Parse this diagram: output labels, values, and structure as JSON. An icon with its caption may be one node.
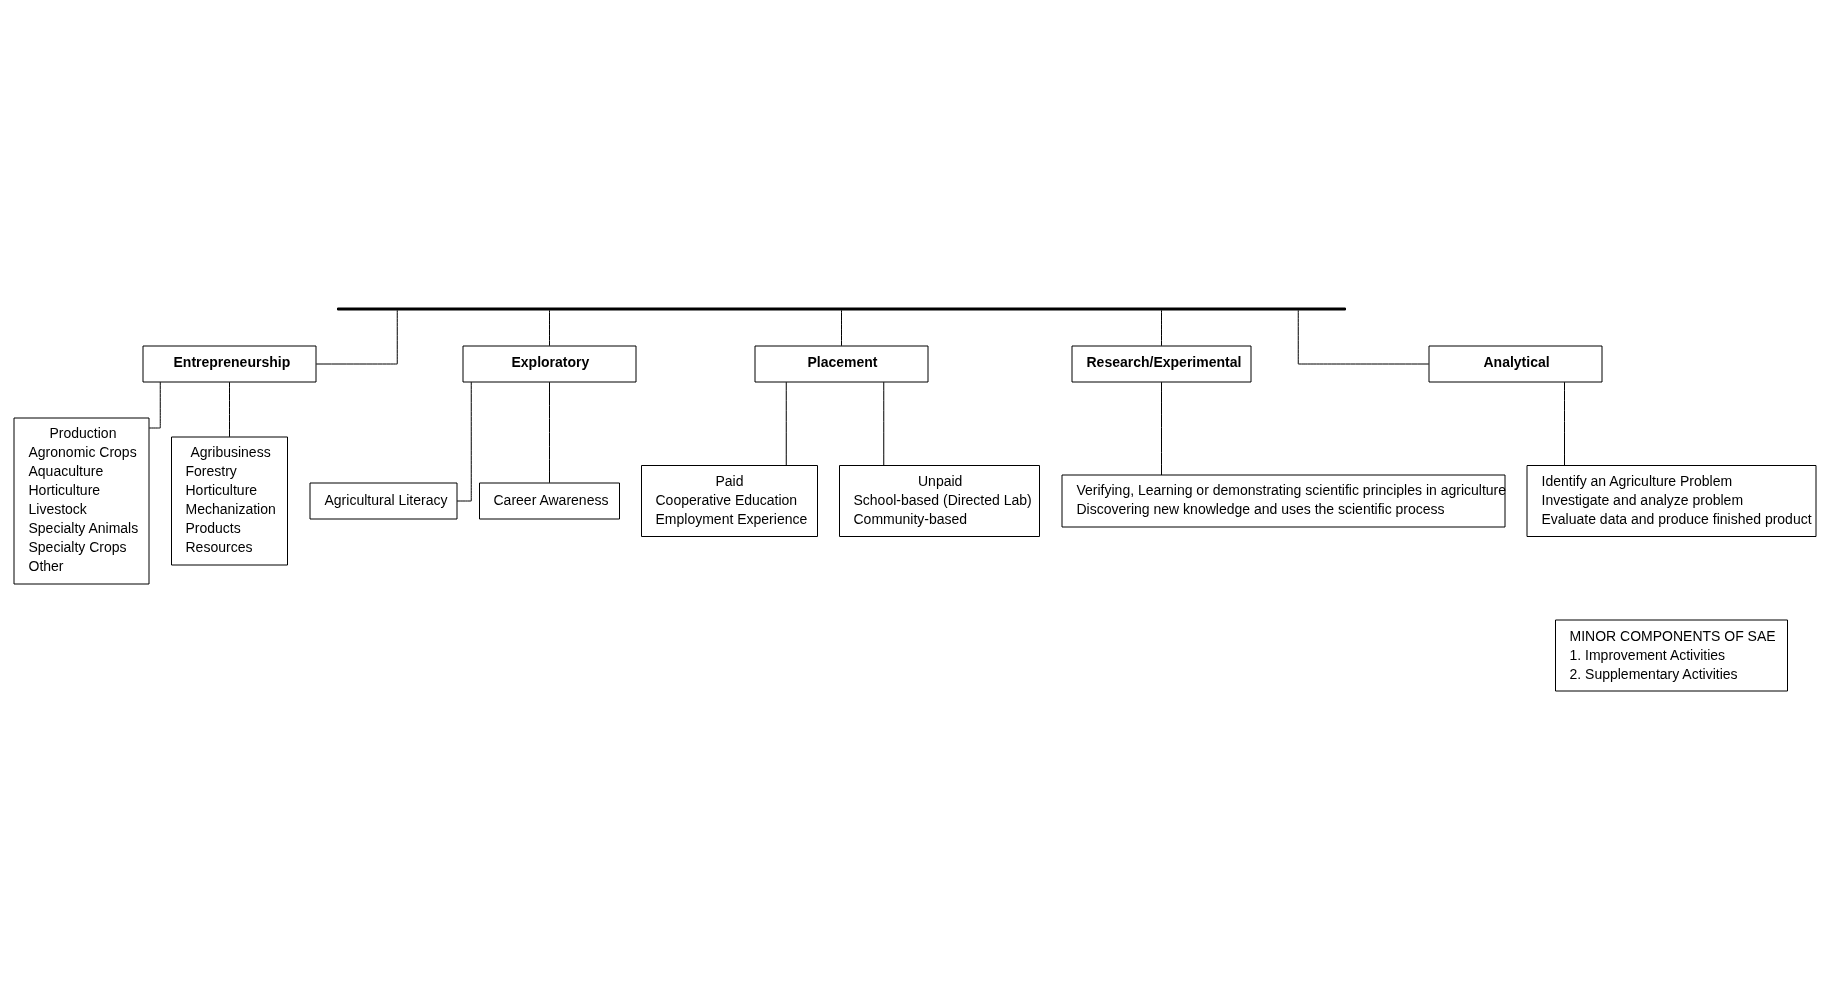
{
  "diagram": {
    "nodes": [
      {
        "text": [],
        "shape": "bar"
      },
      {
        "text": [
          "Entrepreneurship"
        ]
      },
      {
        "text": [
          "Production",
          "Agronomic Crops",
          "Aquaculture",
          "Horticulture",
          "Livestock",
          "Specialty Animals",
          "Specialty Crops",
          "Other"
        ]
      },
      {
        "text": [
          "Agribusiness",
          "Forestry",
          "Horticulture",
          "Mechanization",
          "Products",
          "Resources"
        ]
      },
      {
        "text": [
          "Exploratory"
        ]
      },
      {
        "text": [
          "Agricultural Literacy"
        ]
      },
      {
        "text": [
          "Career Awareness"
        ]
      },
      {
        "text": [
          "Placement"
        ]
      },
      {
        "text": [
          "Paid",
          "Cooperative Education",
          "Employment Experience"
        ]
      },
      {
        "text": [
          "Unpaid",
          "School-based (Directed Lab)",
          "Community-based"
        ]
      },
      {
        "text": [
          "Research/Experimental"
        ]
      },
      {
        "text": [
          "Verifying, Learning or demonstrating scientific principles in agriculture",
          "Discovering new knowledge and uses the scientific process"
        ]
      },
      {
        "text": [
          "Analytical"
        ]
      },
      {
        "text": [
          "Identify an Agriculture Problem",
          "Investigate and analyze problem",
          "Evaluate data and produce finished product"
        ]
      },
      {
        "text": [
          "MINOR COMPONENTS OF SAE",
          "1. Improvement Activities",
          "2. Supplementary Activities"
        ]
      }
    ],
    "edges": [
      {
        "from": 0,
        "to": 1,
        "arrow": "none"
      },
      {
        "from": 0,
        "to": 4,
        "arrow": "none"
      },
      {
        "from": 0,
        "to": 7,
        "arrow": "none"
      },
      {
        "from": 0,
        "to": 10,
        "arrow": "none"
      },
      {
        "from": 0,
        "to": 12,
        "arrow": "none"
      },
      {
        "from": 1,
        "to": 2,
        "arrow": "none"
      },
      {
        "from": 1,
        "to": 3,
        "arrow": "none"
      },
      {
        "from": 4,
        "to": 5,
        "arrow": "none"
      },
      {
        "from": 4,
        "to": 6,
        "arrow": "none"
      },
      {
        "from": 7,
        "to": 8,
        "arrow": "none"
      },
      {
        "from": 7,
        "to": 9,
        "arrow": "none"
      },
      {
        "from": 10,
        "to": 11,
        "arrow": "none"
      },
      {
        "from": 12,
        "to": 13,
        "arrow": "none"
      }
    ]
  }
}
